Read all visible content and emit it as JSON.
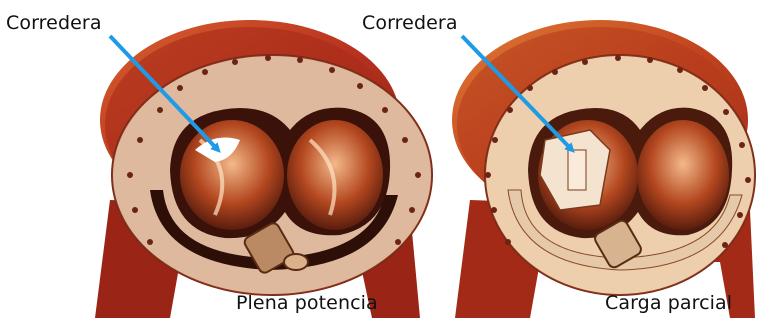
{
  "figure": {
    "left": {
      "label_top": "Corredera",
      "label_bottom": "Plena potencia",
      "body_color": "#b8321f",
      "face_color": "#e9d3bd"
    },
    "right": {
      "label_top": "Corredera",
      "label_bottom": "Carga parcial",
      "body_color": "#c2431f",
      "face_color": "#f0dcc2"
    },
    "arrow_color": "#1e9be6"
  }
}
